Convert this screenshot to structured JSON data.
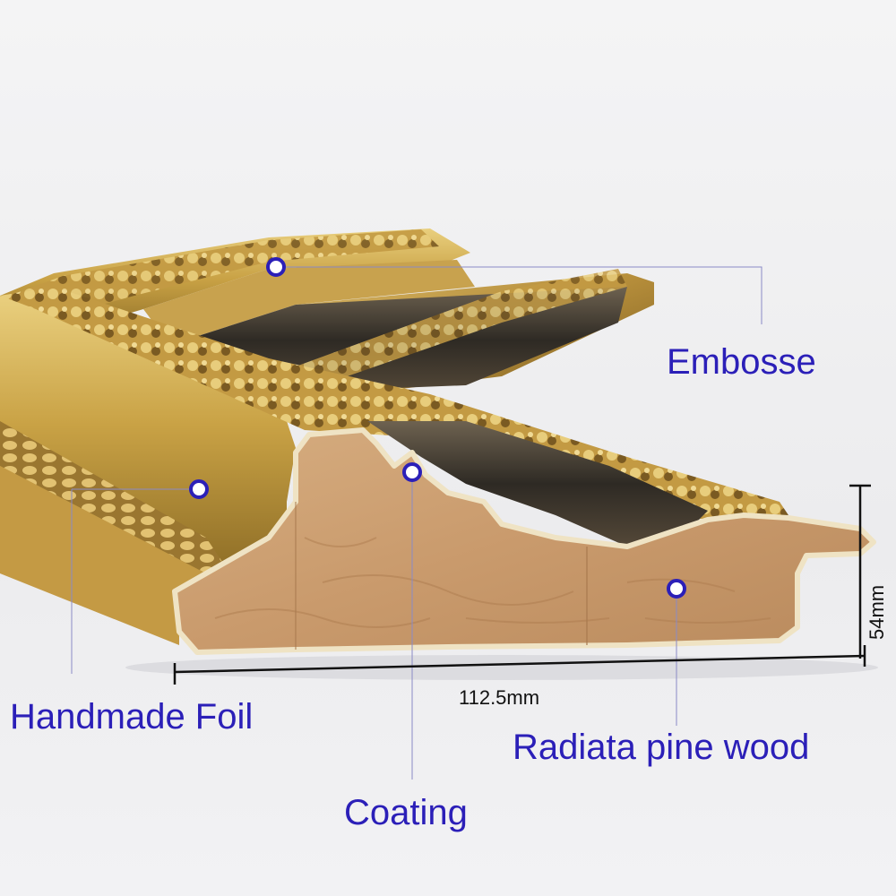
{
  "accent_color": "#2b1fb8",
  "labels": {
    "embosse": "Embosse",
    "handmade_foil": "Handmade Foil",
    "coating": "Coating",
    "pine_wood": "Radiata pine wood"
  },
  "dimensions": {
    "width": "112.5mm",
    "height": "54mm"
  }
}
